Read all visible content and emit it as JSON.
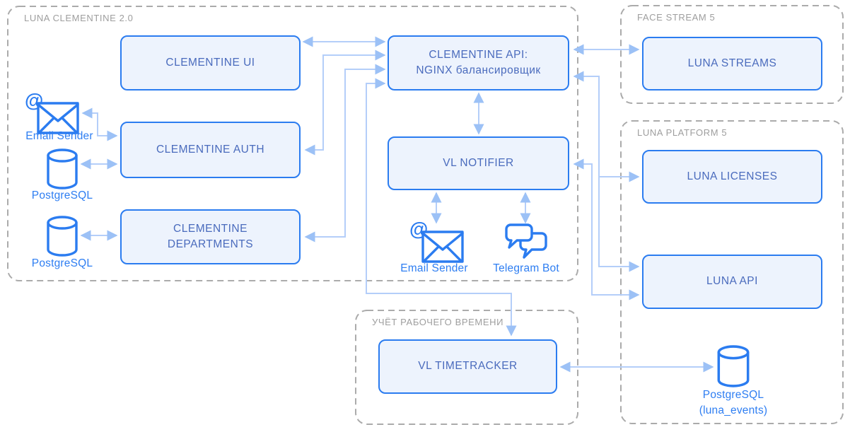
{
  "colors": {
    "node_fill": "#EDF3FD",
    "node_border": "#2B7CF0",
    "node_text": "#4A6BBD",
    "icon_stroke": "#2B7CF0",
    "icon_label": "#2E7EF2",
    "connector": "#B4CEF9",
    "connector_arrow": "#9CC1F6",
    "container_border": "#ABABAB",
    "container_label": "#9E9E9E",
    "background": "#FFFFFF"
  },
  "containers": {
    "luna_clementine": {
      "label": "LUNA CLEMENTINE 2.0"
    },
    "face_stream": {
      "label": "FACE STREAM 5"
    },
    "luna_platform": {
      "label": "LUNA PLATFORM 5"
    },
    "timetracking": {
      "label": "УЧЁТ РАБОЧЕГО ВРЕМЕНИ"
    }
  },
  "nodes": {
    "clementine_ui": {
      "label": "CLEMENTINE UI"
    },
    "clementine_api": {
      "line1": "CLEMENTINE API:",
      "line2": "NGINX балансировщик"
    },
    "clementine_auth": {
      "label": "CLEMENTINE AUTH"
    },
    "clementine_departments": {
      "label": "CLEMENTINE DEPARTMENTS"
    },
    "vl_notifier": {
      "label": "VL NOTIFIER"
    },
    "vl_timetracker": {
      "label": "VL TIMETRACKER"
    },
    "luna_streams": {
      "label": "LUNA STREAMS"
    },
    "luna_licenses": {
      "label": "LUNA LICENSES"
    },
    "luna_api": {
      "label": "LUNA API"
    }
  },
  "icons": {
    "email_sender_1": {
      "label": "Email Sender"
    },
    "postgresql_1": {
      "label": "PostgreSQL"
    },
    "postgresql_2": {
      "label": "PostgreSQL"
    },
    "email_sender_2": {
      "label": "Email Sender"
    },
    "telegram_bot": {
      "label": "Telegram Bot"
    },
    "postgresql_luna_events": {
      "label": "PostgreSQL",
      "sublabel": "(luna_events)"
    }
  }
}
